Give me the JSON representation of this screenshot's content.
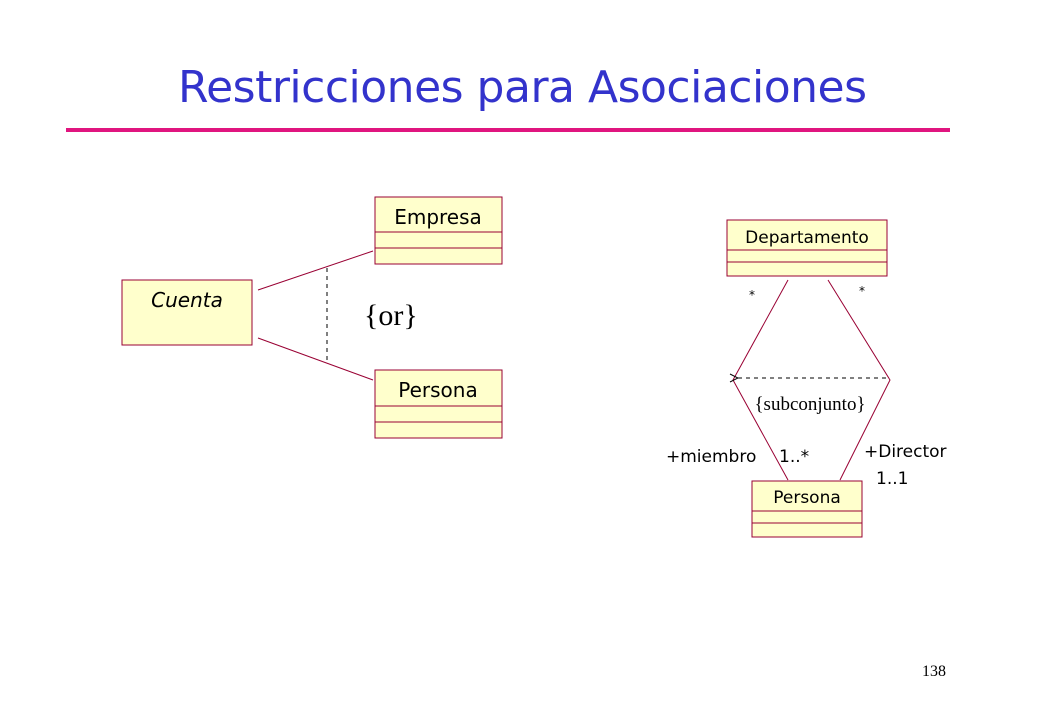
{
  "slide": {
    "title": "Restricciones para Asociaciones",
    "page_number": "138"
  },
  "colors": {
    "title": "#3333cc",
    "rule": "#e0157f",
    "class_fill": "#ffffcc",
    "class_stroke": "#990033"
  },
  "left_diagram": {
    "cuenta": "Cuenta",
    "empresa": "Empresa",
    "persona": "Persona",
    "constraint": "{or}"
  },
  "right_diagram": {
    "departamento": "Departamento",
    "persona": "Persona",
    "mult_dep_left": "*",
    "mult_dep_right": "*",
    "constraint": "{subconjunto}",
    "role_miembro": "+miembro",
    "mult_miembro": "1..*",
    "role_director": "+Director",
    "mult_director": "1..1"
  }
}
